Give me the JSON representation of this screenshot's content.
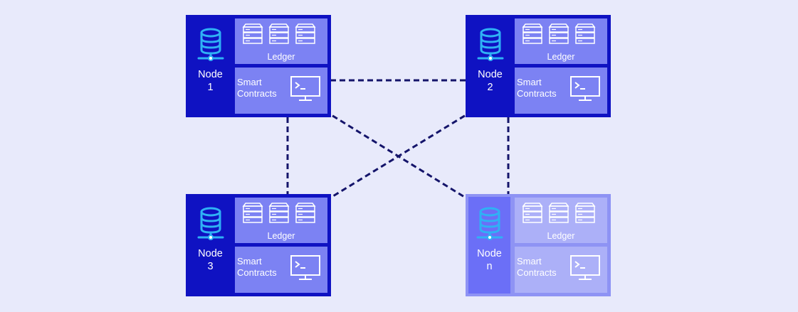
{
  "colors": {
    "background": "#e8eafb",
    "node_active": "#0f12c2",
    "node_faded": "#8e93f4",
    "panel_active": "#7c82f3",
    "panel_faded": "#acb0f8",
    "icon_cyan": "#2fb1f5",
    "link_line": "#14146a"
  },
  "icons": {
    "node": "database-icon",
    "ledger": "server-rack-icon",
    "contracts": "terminal-monitor-icon"
  },
  "nodes": [
    {
      "label_line1": "Node",
      "label_line2": "1",
      "ledger_label": "Ledger",
      "contracts_line1": "Smart",
      "contracts_line2": "Contracts"
    },
    {
      "label_line1": "Node",
      "label_line2": "2",
      "ledger_label": "Ledger",
      "contracts_line1": "Smart",
      "contracts_line2": "Contracts"
    },
    {
      "label_line1": "Node",
      "label_line2": "3",
      "ledger_label": "Ledger",
      "contracts_line1": "Smart",
      "contracts_line2": "Contracts"
    },
    {
      "label_line1": "Node",
      "label_line2": "n",
      "ledger_label": "Ledger",
      "contracts_line1": "Smart",
      "contracts_line2": "Contracts"
    }
  ]
}
